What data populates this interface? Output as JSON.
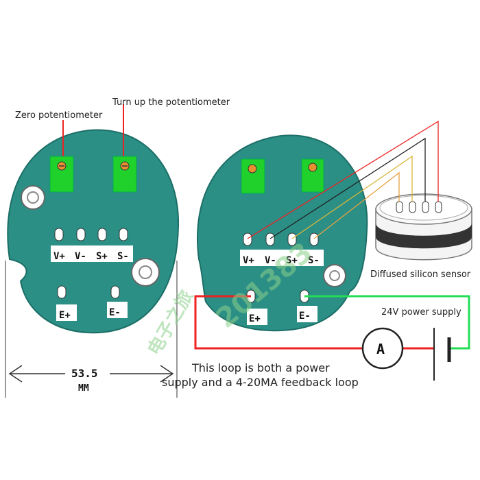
{
  "labels": {
    "zero_pot": "Zero potentiometer",
    "turn_up_pot": "Turn up the potentiometer",
    "sensor": "Diffused silicon sensor",
    "power_supply": "24V power supply",
    "loop_line1": "This loop is both a power",
    "loop_line2": "supply and a 4-20MA feedback loop",
    "dimension_value": "53.5",
    "dimension_unit": "MM",
    "ammeter": "A"
  },
  "pins": {
    "v_plus": "V+",
    "v_minus": "V-",
    "s_plus": "S+",
    "s_minus": "S-",
    "e_plus": "E+",
    "e_minus": "E-"
  },
  "watermark": {
    "text1": "电子之旅",
    "text2": "201383"
  },
  "colors": {
    "board": "#2b8f86",
    "board_edge": "#1c6e66",
    "pot": "#1fd12a",
    "wire_red": "#ee2222",
    "wire_green": "#22dd55",
    "wire_yellow": "#d8b53a",
    "wire_black": "#222222",
    "sensor_dark": "#333333"
  }
}
